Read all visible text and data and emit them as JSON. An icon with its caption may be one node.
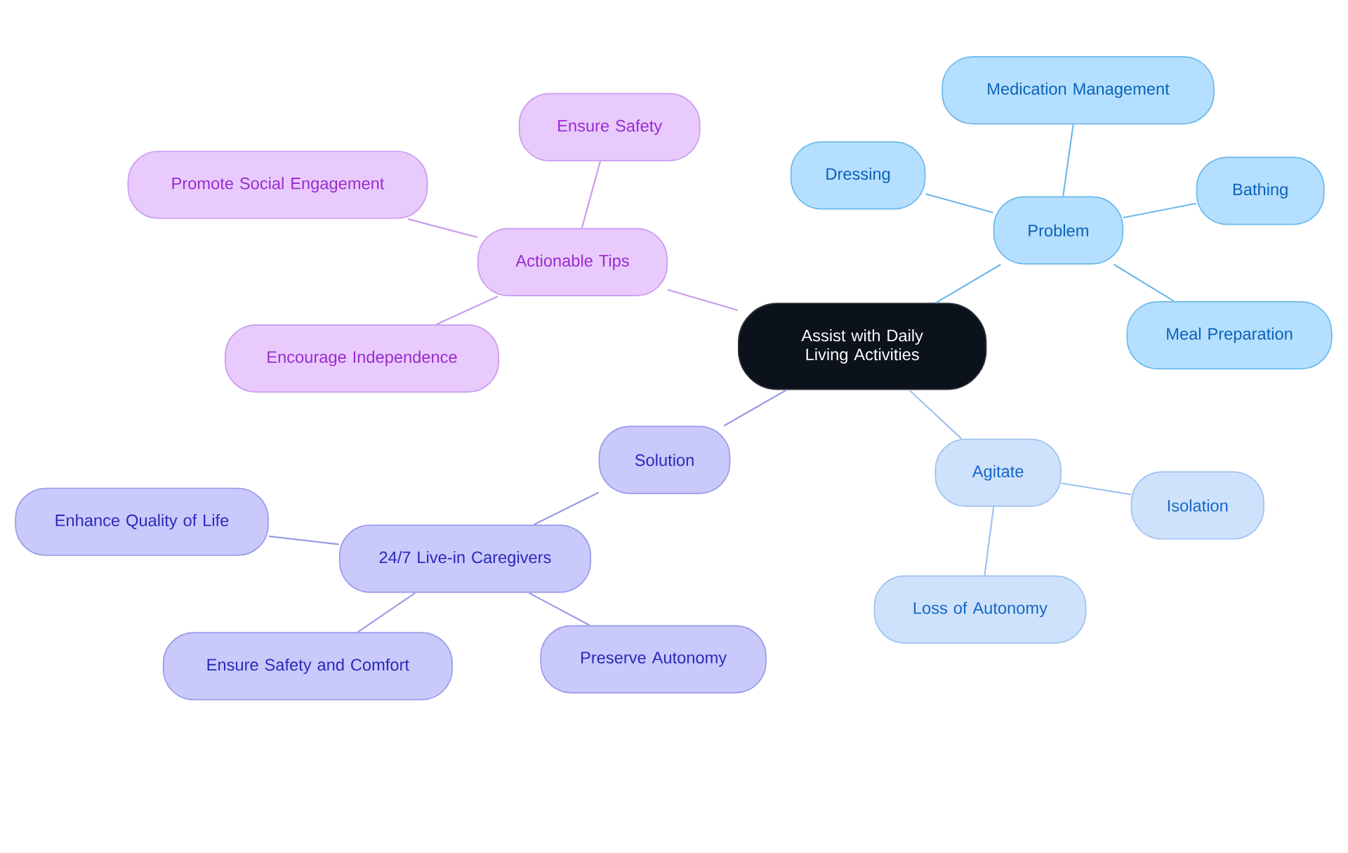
{
  "diagram": {
    "nodes": [
      {
        "text": [
          "Assist with Daily Living Activities"
        ]
      },
      {
        "text": [
          "Problem"
        ]
      },
      {
        "text": [
          "Medication Management"
        ]
      },
      {
        "text": [
          "Dressing"
        ]
      },
      {
        "text": [
          "Bathing"
        ]
      },
      {
        "text": [
          "Meal Preparation"
        ]
      },
      {
        "text": [
          "Agitate"
        ]
      },
      {
        "text": [
          "Isolation"
        ]
      },
      {
        "text": [
          "Loss of Autonomy"
        ]
      },
      {
        "text": [
          "Solution"
        ]
      },
      {
        "text": [
          "24/7 Live-in Caregivers"
        ]
      },
      {
        "text": [
          "Enhance Quality of Life"
        ]
      },
      {
        "text": [
          "Ensure Safety and Comfort"
        ]
      },
      {
        "text": [
          "Preserve Autonomy"
        ]
      },
      {
        "text": [
          "Actionable Tips"
        ]
      },
      {
        "text": [
          "Ensure Safety"
        ]
      },
      {
        "text": [
          "Promote Social Engagement"
        ]
      },
      {
        "text": [
          "Encourage Independence"
        ]
      }
    ],
    "edges": [
      {
        "from": 0,
        "to": 1,
        "arrow": "none",
        "color": "#6cb8ea"
      },
      {
        "from": 1,
        "to": 2,
        "arrow": "none",
        "color": "#6cb8ea"
      },
      {
        "from": 1,
        "to": 3,
        "arrow": "none",
        "color": "#6cb8ea"
      },
      {
        "from": 1,
        "to": 4,
        "arrow": "none",
        "color": "#6cb8ea"
      },
      {
        "from": 1,
        "to": 5,
        "arrow": "none",
        "color": "#6cb8ea"
      },
      {
        "from": 0,
        "to": 6,
        "arrow": "none",
        "color": "#9ec2f0"
      },
      {
        "from": 6,
        "to": 7,
        "arrow": "none",
        "color": "#9ec2f0"
      },
      {
        "from": 6,
        "to": 8,
        "arrow": "none",
        "color": "#9ec2f0"
      },
      {
        "from": 0,
        "to": 9,
        "arrow": "none",
        "color": "#9a9ae8"
      },
      {
        "from": 9,
        "to": 10,
        "arrow": "none",
        "color": "#9a9ae8"
      },
      {
        "from": 10,
        "to": 11,
        "arrow": "none",
        "color": "#9a9ae8"
      },
      {
        "from": 10,
        "to": 12,
        "arrow": "none",
        "color": "#9a9ae8"
      },
      {
        "from": 10,
        "to": 13,
        "arrow": "none",
        "color": "#9a9ae8"
      },
      {
        "from": 0,
        "to": 14,
        "arrow": "none",
        "color": "#c99bf0"
      },
      {
        "from": 14,
        "to": 15,
        "arrow": "none",
        "color": "#c99bf0"
      },
      {
        "from": 14,
        "to": 16,
        "arrow": "none",
        "color": "#c99bf0"
      },
      {
        "from": 14,
        "to": 17,
        "arrow": "none",
        "color": "#c99bf0"
      }
    ]
  }
}
